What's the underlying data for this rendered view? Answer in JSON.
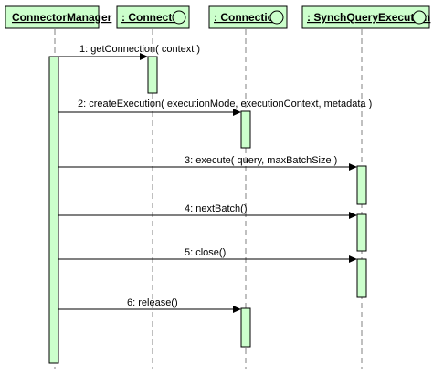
{
  "diagram": {
    "type": "sequence",
    "colors": {
      "box_fill": "#ccffcc",
      "activation_fill": "#ccffcc",
      "line": "#000000",
      "lifeline": "#808080"
    },
    "lifelines": [
      {
        "id": "cm",
        "title": "ConnectorManager",
        "has_icon": false
      },
      {
        "id": "connector",
        "title": ": Connector",
        "has_icon": true
      },
      {
        "id": "connection",
        "title": ": Connection",
        "has_icon": true
      },
      {
        "id": "sqe",
        "title": ": SynchQueryExecution",
        "has_icon": true
      }
    ],
    "messages": [
      {
        "order": 1,
        "label": "1: getConnection( context )",
        "from": "cm",
        "to": "connector"
      },
      {
        "order": 2,
        "label": "2: createExecution( executionMode, executionContext, metadata )",
        "from": "cm",
        "to": "connection"
      },
      {
        "order": 3,
        "label": "3: execute( query, maxBatchSize )",
        "from": "cm",
        "to": "sqe"
      },
      {
        "order": 4,
        "label": "4: nextBatch()",
        "from": "cm",
        "to": "sqe"
      },
      {
        "order": 5,
        "label": "5: close()",
        "from": "cm",
        "to": "sqe"
      },
      {
        "order": 6,
        "label": "6: release()",
        "from": "cm",
        "to": "connection"
      }
    ]
  }
}
